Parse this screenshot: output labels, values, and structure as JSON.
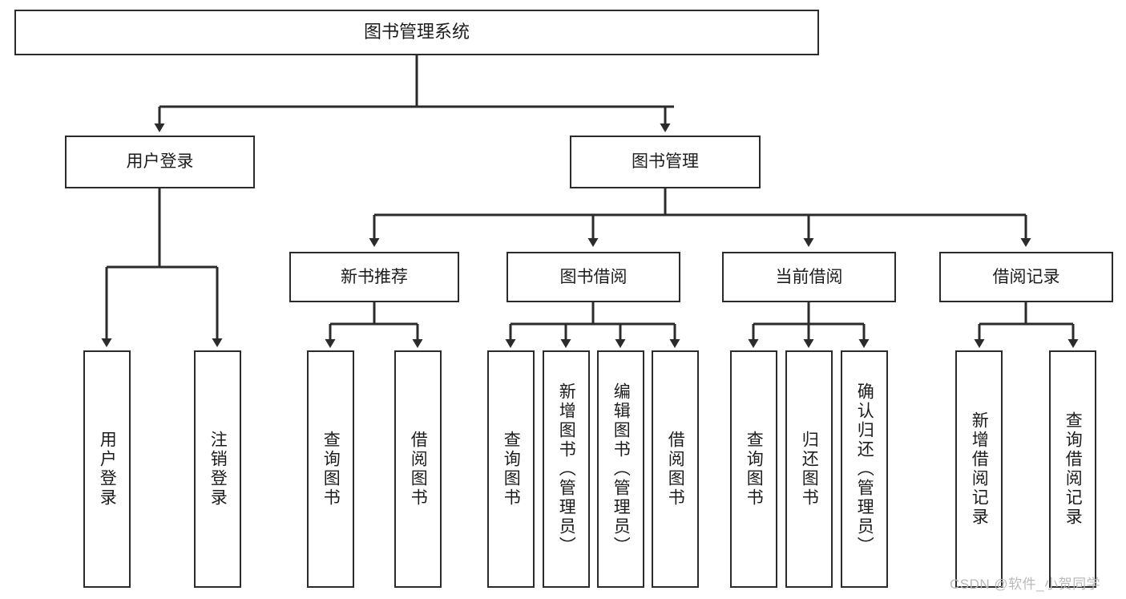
{
  "diagram": {
    "title": "图书管理系统",
    "type": "tree-hierarchy",
    "watermark": "CSDN @软件_小贺同学",
    "colors": {
      "box_border": "#2b2b2b",
      "box_fill": "#ffffff",
      "edge": "#2b2b2b",
      "text": "#1c1c1c",
      "watermark": "#b9b9b9",
      "background": "#ffffff"
    },
    "nodes": {
      "root": {
        "label": "图书管理系统",
        "orientation": "horizontal"
      },
      "level2": [
        {
          "label": "用户登录",
          "orientation": "horizontal"
        },
        {
          "label": "图书管理",
          "orientation": "horizontal"
        }
      ],
      "level3": [
        {
          "label": "新书推荐",
          "orientation": "horizontal"
        },
        {
          "label": "图书借阅",
          "orientation": "horizontal"
        },
        {
          "label": "当前借阅",
          "orientation": "horizontal"
        },
        {
          "label": "借阅记录",
          "orientation": "horizontal"
        }
      ],
      "leaves_user_login": [
        {
          "label": "用户登录",
          "orientation": "vertical"
        },
        {
          "label": "注销登录",
          "orientation": "vertical"
        }
      ],
      "leaves_new_book": [
        {
          "label": "查询图书",
          "orientation": "vertical"
        },
        {
          "label": "借阅图书",
          "orientation": "vertical"
        }
      ],
      "leaves_borrow": [
        {
          "label": "查询图书",
          "orientation": "vertical"
        },
        {
          "label": "新增图书（管理员）",
          "orientation": "vertical"
        },
        {
          "label": "编辑图书（管理员）",
          "orientation": "vertical"
        },
        {
          "label": "借阅图书",
          "orientation": "vertical"
        }
      ],
      "leaves_current": [
        {
          "label": "查询图书",
          "orientation": "vertical"
        },
        {
          "label": "归还图书",
          "orientation": "vertical"
        },
        {
          "label": "确认归还（管理员）",
          "orientation": "vertical"
        }
      ],
      "leaves_records": [
        {
          "label": "新增借阅记录",
          "orientation": "vertical"
        },
        {
          "label": "查询借阅记录",
          "orientation": "vertical"
        }
      ]
    }
  }
}
